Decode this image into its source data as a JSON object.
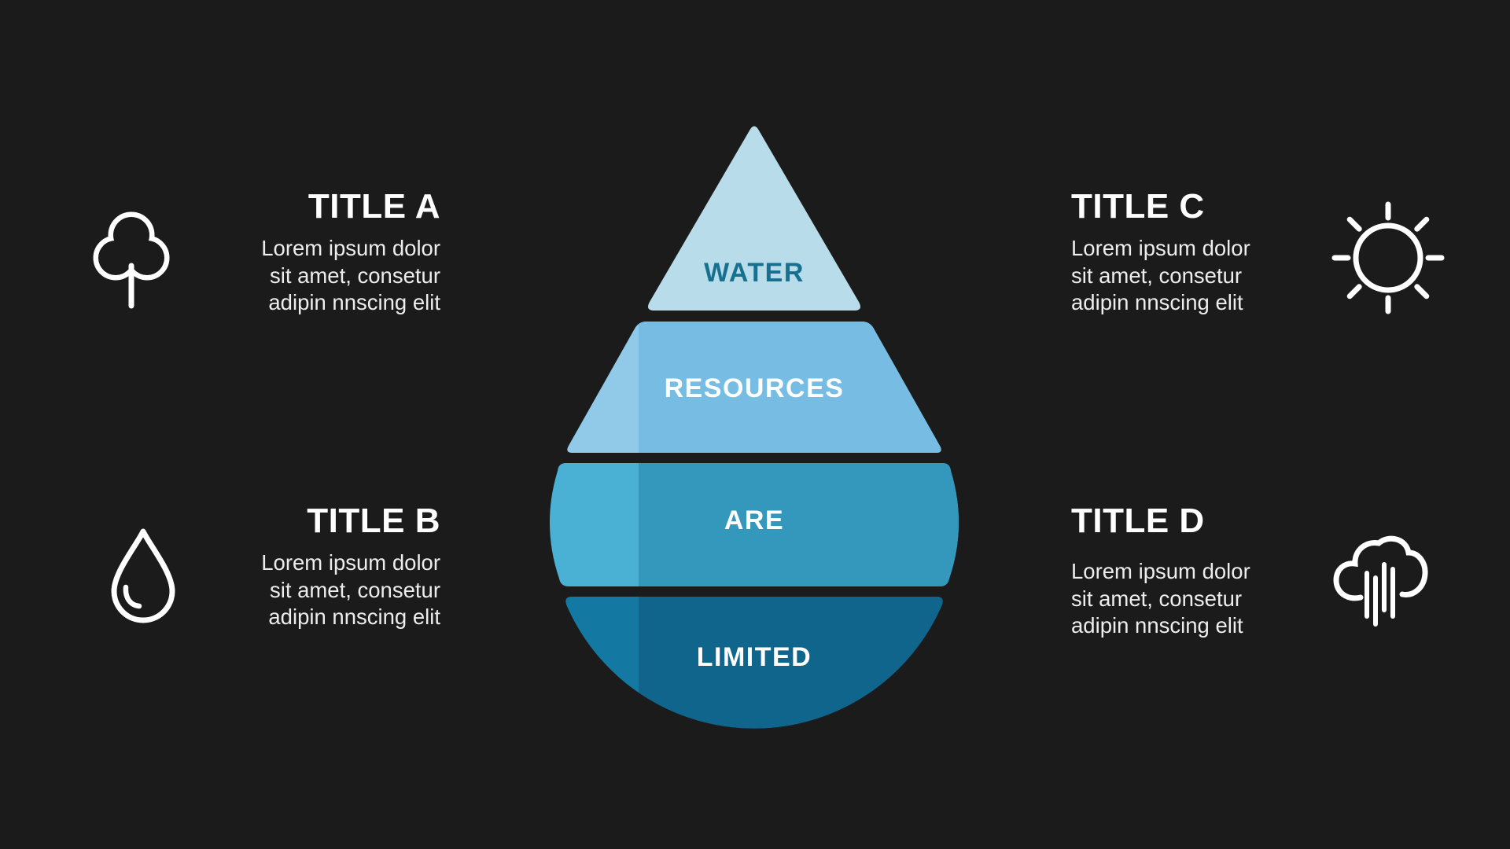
{
  "canvas": {
    "background": "#1b1b1b",
    "white": "#ffffff"
  },
  "diagram": {
    "name": "water drop pyramid infographic",
    "segments": [
      {
        "label": "WATER",
        "color": "#b9dcea",
        "light_color": "#c8e4f0",
        "text_color": "#17708f"
      },
      {
        "label": "RESOURCES",
        "color": "#76bce3",
        "light_color": "#90cae8",
        "text_color": "#ffffff"
      },
      {
        "label": "ARE",
        "color": "#3498bc",
        "light_color": "#4bb1d4",
        "text_color": "#ffffff"
      },
      {
        "label": "LIMITED",
        "color": "#0f658c",
        "light_color": "#1379a2",
        "text_color": "#ffffff"
      }
    ]
  },
  "callouts": [
    {
      "title": "TITLE A",
      "icon": "tree-icon",
      "body_lines": [
        "Lorem ipsum dolor",
        "sit amet, consetur",
        "adipin nnscing elit"
      ]
    },
    {
      "title": "TITLE B",
      "icon": "water-drop-icon",
      "body_lines": [
        "Lorem ipsum dolor",
        "sit amet, consetur",
        "adipin nnscing elit"
      ]
    },
    {
      "title": "TITLE C",
      "icon": "sun-icon",
      "body_lines": [
        "Lorem ipsum dolor",
        "sit amet, consetur",
        "adipin nnscing elit"
      ]
    },
    {
      "title": "TITLE D",
      "icon": "rain-cloud-icon",
      "body_lines": [
        "Lorem ipsum dolor",
        "sit amet, consetur",
        "adipin nnscing elit"
      ]
    }
  ]
}
